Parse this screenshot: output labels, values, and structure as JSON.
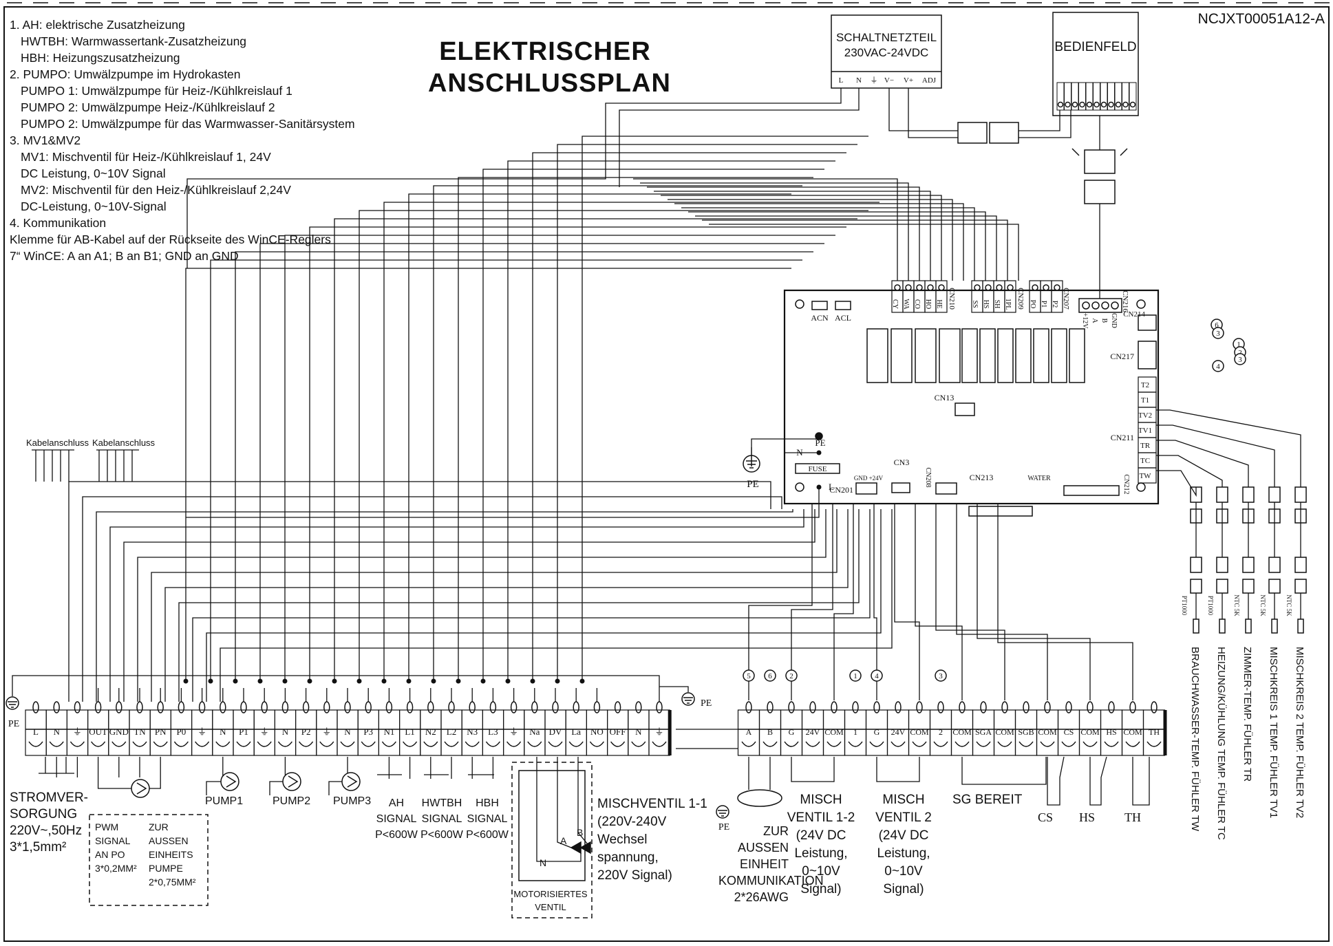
{
  "doc_number": "NCJXT00051A12-A",
  "title_line1": "ELEKTRISCHER",
  "title_line2": "ANSCHLUSSPLAN",
  "legend": [
    {
      "text": "1. AH: elektrische Zusatzheizung",
      "indent": false
    },
    {
      "text": "HWTBH: Warmwassertank-Zusatzheizung",
      "indent": true
    },
    {
      "text": "HBH: Heizungszusatzheizung",
      "indent": true
    },
    {
      "text": "2. PUMPO: Umwälzpumpe im Hydrokasten",
      "indent": false
    },
    {
      "text": "PUMPO 1: Umwälzpumpe für Heiz-/Kühlkreislauf 1",
      "indent": true
    },
    {
      "text": "PUMPO 2: Umwälzpumpe Heiz-/Kühlkreislauf 2",
      "indent": true
    },
    {
      "text": "PUMPO 2: Umwälzpumpe für das Warmwasser-Sanitärsystem",
      "indent": true
    },
    {
      "text": "3. MV1&MV2",
      "indent": false
    },
    {
      "text": "MV1: Mischventil für Heiz-/Kühlkreislauf 1, 24V",
      "indent": true
    },
    {
      "text": "DC Leistung, 0~10V Signal",
      "indent": true
    },
    {
      "text": "MV2: Mischventil für den Heiz-/Kühlkreislauf 2,24V",
      "indent": true
    },
    {
      "text": "DC-Leistung, 0~10V-Signal",
      "indent": true
    },
    {
      "text": "4. Kommunikation",
      "indent": false
    },
    {
      "text": "Klemme für AB-Kabel auf der Rückseite des WinCE-Reglers",
      "indent": false
    },
    {
      "text": "7“ WinCE: A an A1; B an B1; GND an GND",
      "indent": false
    }
  ],
  "psu": {
    "line1": "SCHALTNETZTEIL",
    "line2": "230VAC-24VDC",
    "pins": [
      "L",
      "N",
      "⏚",
      "V−",
      "V+",
      "ADJ"
    ]
  },
  "panel": {
    "title": "BEDIENFELD"
  },
  "board": {
    "acn": "ACN",
    "acl": "ACL",
    "cn210": "CN210",
    "cn210_pins": [
      "CY",
      "WA",
      "CO",
      "HO",
      "HE"
    ],
    "cn209": "CN209",
    "cn209_pins": [
      "SS",
      "HS",
      "SH",
      "1PL"
    ],
    "cn207": "CN207",
    "cn207_pins": [
      "PO",
      "P1",
      "P2"
    ],
    "cn216": "CN216",
    "cn216_pins": [
      "+12V",
      "A",
      "B",
      "GND"
    ],
    "cn214": "CN214",
    "cn217": "CN217",
    "cn211": "CN211",
    "cn211_pins": [
      "T2",
      "T1",
      "TV2",
      "TV1",
      "TR",
      "TC",
      "TW"
    ],
    "cn13": "CN13",
    "pe": "PE",
    "n": "N",
    "l": "L",
    "fuse": "FUSE",
    "cn3": "CN3",
    "cn201": "CN201",
    "cn201_pins": "GND +24V",
    "cn208": "CN208",
    "cn213": "CN213",
    "cn212": "CN212",
    "water": "WATER",
    "pe_ext": "PE",
    "circles_right": [
      "6",
      "3",
      "1",
      "2",
      "3",
      "4"
    ]
  },
  "cable_labels": [
    "Kabelanschluss",
    "Kabelanschluss"
  ],
  "left_block": {
    "top_marks": [
      "0",
      "0",
      "0",
      "0",
      "0",
      "0",
      "0",
      "0",
      "0",
      "0",
      "0",
      "0",
      "0",
      "0",
      "0",
      "0",
      "0",
      "0",
      "0",
      "0",
      "0",
      "0",
      "0",
      "0",
      "0",
      "0",
      "0",
      "0",
      "0",
      "0",
      "0"
    ],
    "terminals": [
      "L",
      "N",
      "⏚",
      "OUT",
      "GND",
      "TN",
      "PN",
      "P0",
      "⏚",
      "N",
      "P1",
      "⏚",
      "N",
      "P2",
      "⏚",
      "N",
      "P3",
      "N1",
      "L1",
      "N2",
      "L2",
      "N3",
      "L3",
      "⏚",
      "Na",
      "DV",
      "La",
      "NO",
      "OFF",
      "N",
      "⏚"
    ]
  },
  "right_block": {
    "circles": [
      "5",
      "6",
      "2",
      "",
      "",
      "1",
      "4",
      "",
      "",
      "3",
      "",
      "",
      "",
      "",
      "",
      "",
      "",
      "",
      ""
    ],
    "terminals": [
      "A",
      "B",
      "G",
      "24V",
      "COM",
      "1",
      "G",
      "24V",
      "COM",
      "2",
      "COM",
      "SGA",
      "COM",
      "SGB",
      "COM",
      "CS",
      "COM",
      "HS",
      "COM",
      "TH"
    ]
  },
  "pe_left": "PE",
  "pe_right": "PE",
  "pe_bottom": "PE",
  "labels": {
    "stromversorgung": [
      "STROMVER-",
      "SORGUNG",
      "220V~,50Hz",
      "3*1,5mm²"
    ],
    "pwm": [
      "PWM",
      "SIGNAL",
      "AN PO",
      "3*0,2MM²"
    ],
    "zur_aussen_pumpe": [
      "ZUR",
      "AUSSEN",
      "EINHEITS",
      "PUMPE",
      "2*0,75MM²"
    ],
    "pump1": "PUMP1",
    "pump2": "PUMP2",
    "pump3": "PUMP3",
    "ah": [
      "AH",
      "SIGNAL",
      "P<600W"
    ],
    "hwtbh": [
      "HWTBH",
      "SIGNAL",
      "P<600W"
    ],
    "hbh": [
      "HBH",
      "SIGNAL",
      "P<600W"
    ],
    "valve_letters": [
      "N",
      "A",
      "B"
    ],
    "motor_valve": [
      "MOTORISIERTES",
      "VENTIL"
    ],
    "mischventil": [
      "MISCHVENTIL 1-1",
      "(220V-240V",
      "Wechsel",
      "spannung,",
      "220V Signal)"
    ],
    "aussen_komm": [
      "ZUR",
      "AUSSEN",
      "EINHEIT",
      "KOMMUNIKATION",
      "2*26AWG"
    ],
    "misch1": [
      "MISCH",
      "VENTIL 1-2",
      "(24V DC",
      "Leistung,",
      "0~10V",
      "Signal)"
    ],
    "misch2": [
      "MISCH",
      "VENTIL 2",
      "(24V DC",
      "Leistung,",
      "0~10V",
      "Signal)"
    ],
    "sg": "SG BEREIT",
    "cs": "CS",
    "hs": "HS",
    "th": "TH"
  },
  "sensors": {
    "types": [
      "PT1000",
      "PT1000",
      "NTC 5K",
      "NTC 5K",
      "NTC 5K"
    ],
    "names": [
      "BRAUCHWASSER-TEMP. FÜHLER TW",
      "HEIZUNG/KÜHLUNG TEMP. FÜHLER TC",
      "ZIMMER-TEMP. FÜHLER TR",
      "MISCHKREIS 1 TEMP. FÜHLER TV1",
      "MISCHKREIS 2 TEMP. FÜHLER TV2"
    ]
  }
}
